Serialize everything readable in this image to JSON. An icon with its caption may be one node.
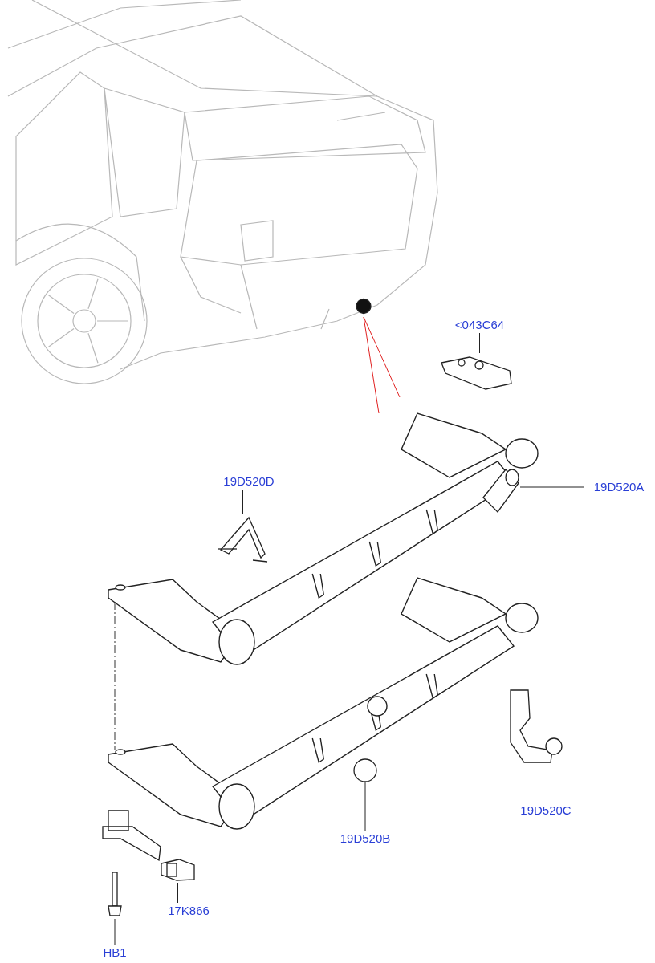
{
  "diagram": {
    "nodes": [
      {
        "text": [
          "<043C64"
        ]
      },
      {
        "text": [
          "19D520D"
        ]
      },
      {
        "text": [
          "19D520A"
        ]
      },
      {
        "text": [
          "19D520B"
        ]
      },
      {
        "text": [
          "19D520C"
        ]
      },
      {
        "text": [
          "17K866"
        ]
      },
      {
        "text": [
          "HB1"
        ]
      },
      {
        "text": [],
        "shape": "picture"
      },
      {
        "text": [],
        "shape": "picture"
      },
      {
        "text": [],
        "shape": "picture"
      },
      {
        "text": [],
        "shape": "circle"
      },
      {
        "text": [],
        "shape": "picture"
      },
      {
        "text": [],
        "shape": "picture"
      },
      {
        "text": [],
        "shape": "picture"
      },
      {
        "text": [],
        "shape": "circle"
      }
    ],
    "edges": [
      {
        "from": 0,
        "to": 7,
        "arrow": "none"
      },
      {
        "from": 1,
        "to": 8,
        "arrow": "none"
      },
      {
        "from": 2,
        "to": 9,
        "arrow": "none"
      },
      {
        "from": 3,
        "to": 14,
        "arrow": "none"
      },
      {
        "from": 4,
        "to": 11,
        "arrow": "none"
      },
      {
        "from": 5,
        "to": 12,
        "arrow": "none"
      },
      {
        "from": 6,
        "to": 13,
        "arrow": "none"
      },
      {
        "from": 10,
        "to": null,
        "arrow": "none",
        "color": "#e02020"
      },
      {
        "from": 10,
        "to": null,
        "arrow": "none",
        "color": "#e02020"
      }
    ]
  }
}
